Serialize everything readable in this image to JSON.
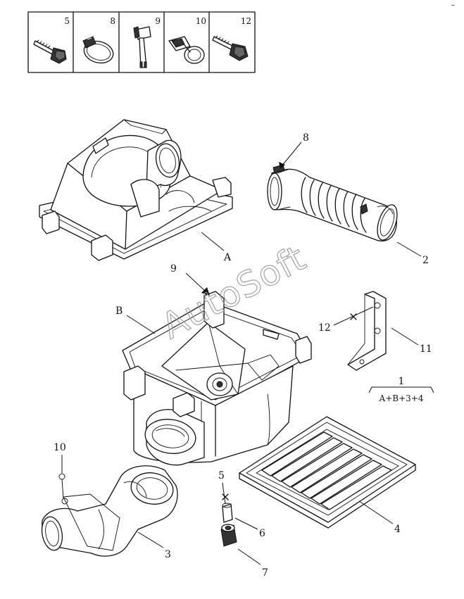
{
  "legend": {
    "items": [
      {
        "num": "5",
        "icon": "bolt-icon"
      },
      {
        "num": "8",
        "icon": "hose-clamp-icon"
      },
      {
        "num": "9",
        "icon": "clip-icon"
      },
      {
        "num": "10",
        "icon": "push-rivet-icon"
      },
      {
        "num": "12",
        "icon": "flange-bolt-icon"
      }
    ]
  },
  "callouts": {
    "A": "A",
    "B": "B",
    "n2": "2",
    "n3": "3",
    "n4": "4",
    "n5": "5",
    "n6": "6",
    "n7": "7",
    "n8": "8",
    "n9": "9",
    "n10": "10",
    "n11": "11",
    "n12": "12"
  },
  "assembly": {
    "number": "1",
    "formula": "A+B+3+4"
  },
  "watermark": "AutoSoft",
  "corner_mark": "~"
}
